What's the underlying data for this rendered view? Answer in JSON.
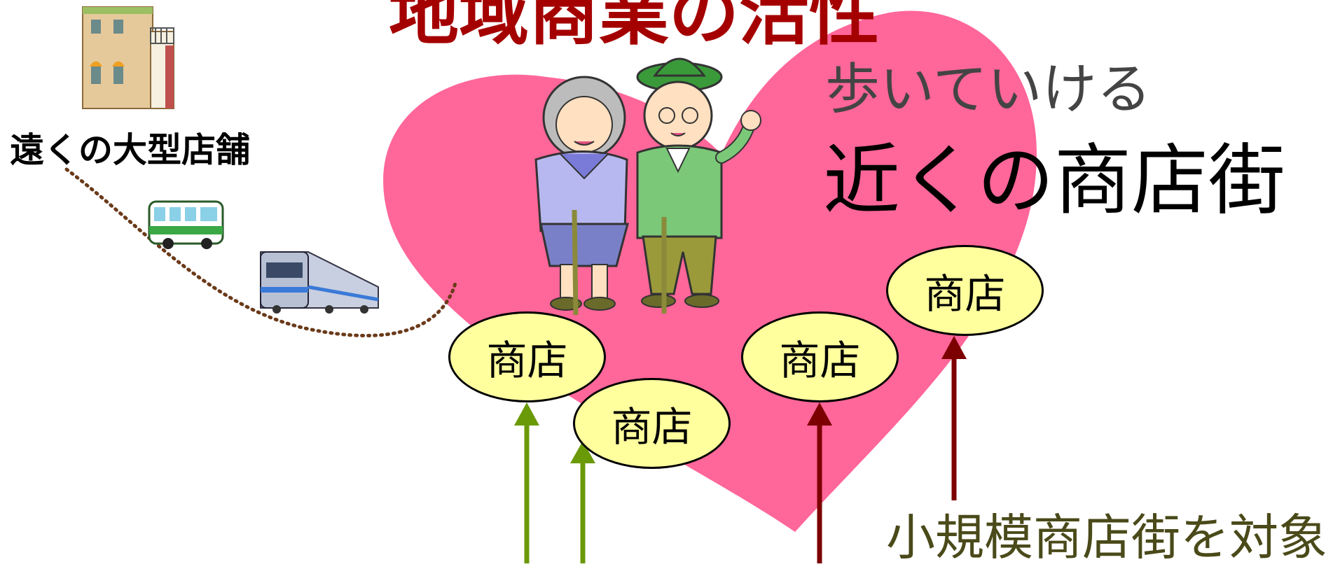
{
  "top_title_partial": "地域商業の活性",
  "far_store_label": "遠くの大型店舗",
  "walkable_label": "歩いていける",
  "near_street_label": "近くの商店街",
  "target_label": "小規模商店街を対象に",
  "shops": [
    "商店",
    "商店",
    "商店",
    "商店"
  ],
  "colors": {
    "heart": "#ff6699",
    "shop_fill": "#ffff9e",
    "arrow_green": "#6a9a08",
    "arrow_red": "#7d0000",
    "dotted_path": "#6b3a1a"
  },
  "icons": [
    "building-icon",
    "bus-icon",
    "train-icon",
    "elderly-woman-icon",
    "elderly-man-icon"
  ]
}
